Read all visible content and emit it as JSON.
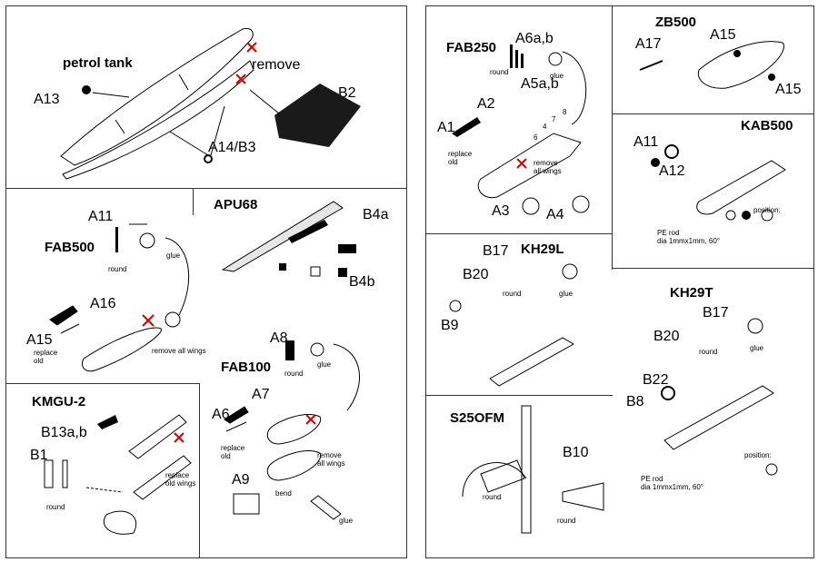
{
  "document": {
    "type": "model kit assembly instructions",
    "pages": [
      "left-sheet",
      "right-sheet"
    ]
  },
  "panels": {
    "petrol_tank": {
      "title": "petrol tank",
      "labels": {
        "a13": "A13",
        "remove": "remove",
        "b2": "B2",
        "a14_b3": "A14/B3"
      }
    },
    "fab500": {
      "title": "FAB500",
      "labels": {
        "a11": "A11",
        "round": "round",
        "glue": "glue",
        "a16": "A16",
        "a15": "A15",
        "replace_old": "replace\nold",
        "remove_all_wings": "remove all wings"
      }
    },
    "apu68": {
      "title": "APU68",
      "labels": {
        "b4a": "B4a",
        "b4b": "B4b"
      }
    },
    "kmgu2": {
      "title": "KMGU-2",
      "labels": {
        "b13ab": "B13a,b",
        "b1": "B1",
        "round": "round",
        "replace_old_wings": "replace\nold wings"
      }
    },
    "fab100": {
      "title": "FAB100",
      "labels": {
        "a8": "A8",
        "round": "round",
        "glue": "glue",
        "a7": "A7",
        "a6": "A6",
        "replace_old": "replace\nold",
        "remove_all_wings": "remove\nall wings",
        "a9": "A9",
        "bend": "bend",
        "glue2": "glue"
      }
    },
    "fab250": {
      "title": "FAB250",
      "labels": {
        "a6ab": "A6a,b",
        "a5ab": "A5a,b",
        "round": "round",
        "glue": "glue",
        "a2": "A2",
        "a1": "A1",
        "replace_old": "replace\nold",
        "remove_all_wings": "remove\nall wings",
        "a3": "A3",
        "a4": "A4",
        "n4": "4",
        "n6": "6",
        "n7": "7",
        "n8": "8"
      }
    },
    "zb500": {
      "title": "ZB500",
      "labels": {
        "a17": "A17",
        "a15_top": "A15",
        "a15_bottom": "A15"
      }
    },
    "kab500": {
      "title": "KAB500",
      "labels": {
        "a11": "A11",
        "a12": "A12",
        "position": "position:",
        "pe_rod": "PE rod\ndia 1mmx1mm, 60°"
      }
    },
    "kh29l": {
      "title": "KH29L",
      "labels": {
        "b17": "B17",
        "b20": "B20",
        "round": "round",
        "glue": "glue",
        "b9": "B9"
      }
    },
    "kh29t": {
      "title": "KH29T",
      "labels": {
        "b17": "B17",
        "b20": "B20",
        "round": "round",
        "glue": "glue",
        "b22": "B22",
        "b8": "B8",
        "position": "position:",
        "pe_rod": "PE rod\ndia 1mmx1mm, 60°"
      }
    },
    "s25ofm": {
      "title": "S25OFM",
      "labels": {
        "b10": "B10",
        "round": "round",
        "round2": "round"
      }
    }
  },
  "colors": {
    "ink": "#000000",
    "paper": "#ffffff",
    "frame": "#333333",
    "remove_mark": "#d40000"
  }
}
